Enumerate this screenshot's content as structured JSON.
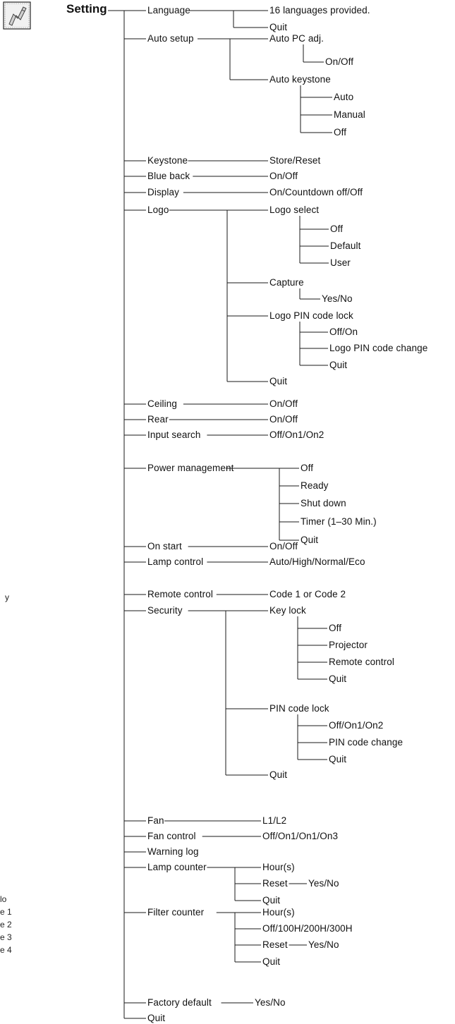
{
  "root": {
    "label": "Setting",
    "icon": "setting-menu-icon"
  },
  "items": [
    {
      "label": "Language",
      "children": [
        {
          "label": "16 languages provided."
        },
        {
          "label": "Quit"
        }
      ]
    },
    {
      "label": "Auto setup",
      "children": [
        {
          "label": "Auto PC adj.",
          "children": [
            {
              "label": "On/Off"
            }
          ]
        },
        {
          "label": "Auto keystone",
          "children": [
            {
              "label": "Auto"
            },
            {
              "label": "Manual"
            },
            {
              "label": "Off"
            }
          ]
        }
      ]
    },
    {
      "label": "Keystone",
      "children": [
        {
          "label": "Store/Reset"
        }
      ]
    },
    {
      "label": "Blue back",
      "children": [
        {
          "label": "On/Off"
        }
      ]
    },
    {
      "label": "Display",
      "children": [
        {
          "label": "On/Countdown off/Off"
        }
      ]
    },
    {
      "label": "Logo",
      "children": [
        {
          "label": "Logo select",
          "children": [
            {
              "label": "Off"
            },
            {
              "label": "Default"
            },
            {
              "label": "User"
            }
          ]
        },
        {
          "label": "Capture",
          "children": [
            {
              "label": "Yes/No"
            }
          ]
        },
        {
          "label": "Logo PIN code lock",
          "children": [
            {
              "label": "Off/On"
            },
            {
              "label": "Logo PIN code change"
            },
            {
              "label": "Quit"
            }
          ]
        },
        {
          "label": "Quit"
        }
      ]
    },
    {
      "label": "Ceiling",
      "children": [
        {
          "label": "On/Off"
        }
      ]
    },
    {
      "label": "Rear",
      "children": [
        {
          "label": "On/Off"
        }
      ]
    },
    {
      "label": "Input search",
      "children": [
        {
          "label": "Off/On1/On2"
        }
      ]
    },
    {
      "label": "Power management",
      "children": [
        {
          "label": "Off"
        },
        {
          "label": "Ready"
        },
        {
          "label": "Shut down"
        },
        {
          "label": "Timer (1–30 Min.)"
        },
        {
          "label": "Quit"
        }
      ]
    },
    {
      "label": "On start",
      "children": [
        {
          "label": "On/Off"
        }
      ]
    },
    {
      "label": "Lamp control",
      "children": [
        {
          "label": "Auto/High/Normal/Eco"
        }
      ]
    },
    {
      "label": "Remote control",
      "children": [
        {
          "label": "Code 1 or Code 2"
        }
      ]
    },
    {
      "label": "Security",
      "children": [
        {
          "label": "Key lock",
          "children": [
            {
              "label": "Off"
            },
            {
              "label": "Projector"
            },
            {
              "label": "Remote control"
            },
            {
              "label": "Quit"
            }
          ]
        },
        {
          "label": "PIN code lock",
          "children": [
            {
              "label": "Off/On1/On2"
            },
            {
              "label": "PIN code change"
            },
            {
              "label": "Quit"
            }
          ]
        },
        {
          "label": "Quit"
        }
      ]
    },
    {
      "label": "Fan",
      "children": [
        {
          "label": "L1/L2"
        }
      ]
    },
    {
      "label": "Fan control",
      "children": [
        {
          "label": "Off/On1/On1/On3"
        }
      ]
    },
    {
      "label": "Warning log"
    },
    {
      "label": "Lamp counter",
      "children": [
        {
          "label": "Hour(s)"
        },
        {
          "label": "Reset",
          "children": [
            {
              "label": "Yes/No"
            }
          ]
        },
        {
          "label": "Quit"
        }
      ]
    },
    {
      "label": "Filter counter",
      "children": [
        {
          "label": "Hour(s)"
        },
        {
          "label": "Off/100H/200H/300H"
        },
        {
          "label": "Reset",
          "children": [
            {
              "label": "Yes/No"
            }
          ]
        },
        {
          "label": "Quit"
        }
      ]
    },
    {
      "label": "Factory default",
      "children": [
        {
          "label": "Yes/No"
        }
      ]
    },
    {
      "label": "Quit"
    }
  ],
  "edge_fragments": [
    "y",
    "lo",
    "e 1",
    "e 2",
    "e 3",
    "e 4"
  ]
}
